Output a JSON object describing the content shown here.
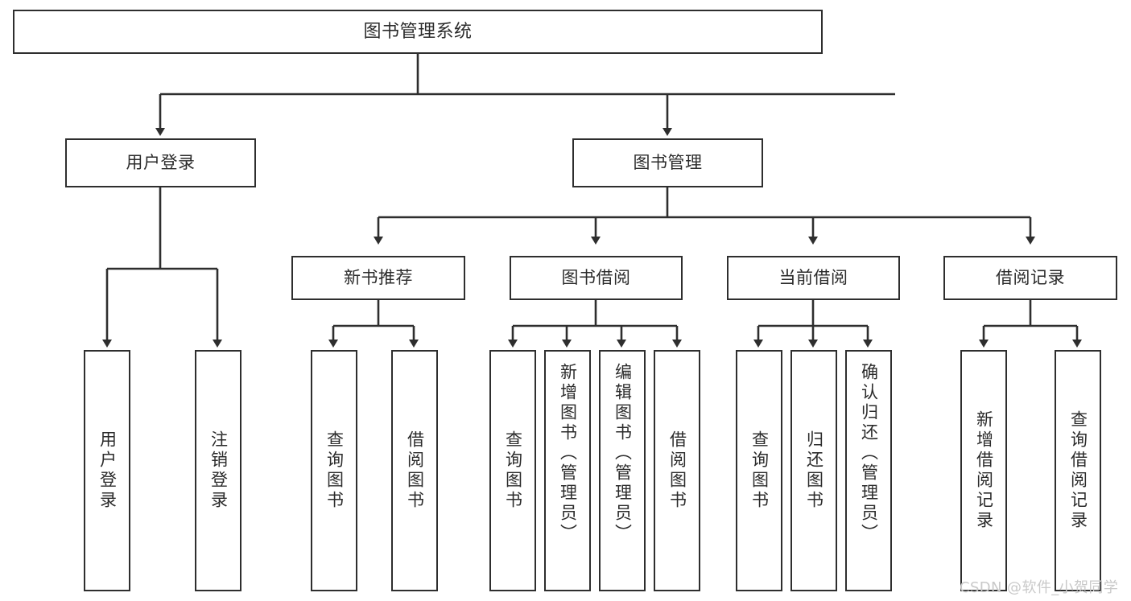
{
  "diagram": {
    "title": "图书管理系统",
    "type": "hierarchy-tree",
    "root": {
      "label": "图书管理系统"
    },
    "level1": [
      {
        "label": "用户登录"
      },
      {
        "label": "图书管理"
      }
    ],
    "level2": [
      {
        "label": "新书推荐"
      },
      {
        "label": "图书借阅"
      },
      {
        "label": "当前借阅"
      },
      {
        "label": "借阅记录"
      }
    ],
    "leaves": {
      "user_login": [
        {
          "label": "用户登录"
        },
        {
          "label": "注销登录"
        }
      ],
      "new_book_recommend": [
        {
          "label": "查询图书"
        },
        {
          "label": "借阅图书"
        }
      ],
      "book_borrow": [
        {
          "label": "查询图书"
        },
        {
          "label": "新增图书（管理员）"
        },
        {
          "label": "编辑图书（管理员）"
        },
        {
          "label": "借阅图书"
        }
      ],
      "current_borrow": [
        {
          "label": "查询图书"
        },
        {
          "label": "归还图书"
        },
        {
          "label": "确认归还（管理员）"
        }
      ],
      "borrow_record": [
        {
          "label": "新增借阅记录"
        },
        {
          "label": "查询借阅记录"
        }
      ]
    }
  },
  "watermark": {
    "text": "CSDN @软件_小贺同学"
  },
  "colors": {
    "background": "#ffffff",
    "stroke": "#2e2e2e",
    "text": "#2b2b2b",
    "watermark": "#c9c9c9"
  }
}
